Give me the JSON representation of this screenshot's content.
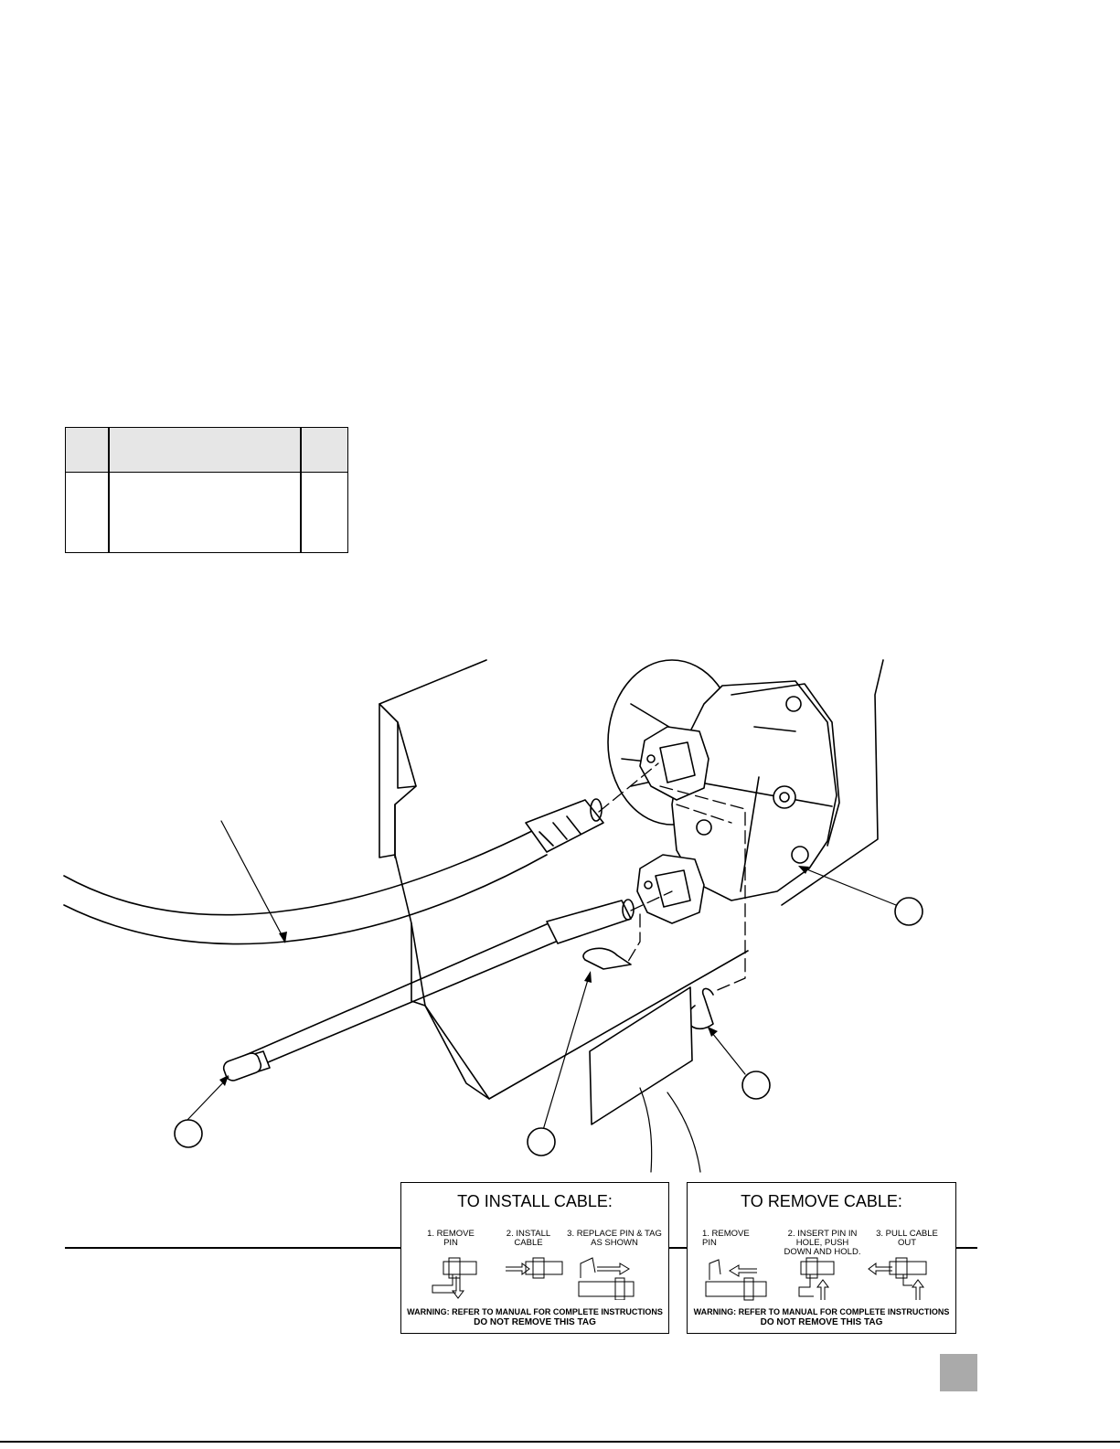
{
  "parts_table": {
    "header": [
      "",
      "",
      ""
    ],
    "rows": [
      [
        "",
        "",
        ""
      ]
    ]
  },
  "callouts": [
    "",
    "",
    "",
    ""
  ],
  "install_tag": {
    "title": "TO INSTALL CABLE:",
    "steps": [
      "1.  REMOVE\nPIN",
      "2.  INSTALL\nCABLE",
      "3.  REPLACE PIN & TAG\nAS SHOWN"
    ],
    "warning": "WARNING: REFER TO MANUAL FOR COMPLETE INSTRUCTIONS",
    "notice": "DO NOT REMOVE THIS TAG"
  },
  "remove_tag": {
    "title": "TO REMOVE CABLE:",
    "steps": [
      "1.  REMOVE\nPIN",
      "2.  INSERT PIN IN\nHOLE, PUSH\nDOWN AND HOLD.",
      "3.  PULL CABLE\nOUT"
    ],
    "warning": "WARNING: REFER TO MANUAL FOR COMPLETE INSTRUCTIONS",
    "notice": "DO NOT REMOVE THIS TAG"
  },
  "colors": {
    "ink": "#000000",
    "table_header": "#e6e6e6",
    "page_tab": "#aaaaaa"
  }
}
